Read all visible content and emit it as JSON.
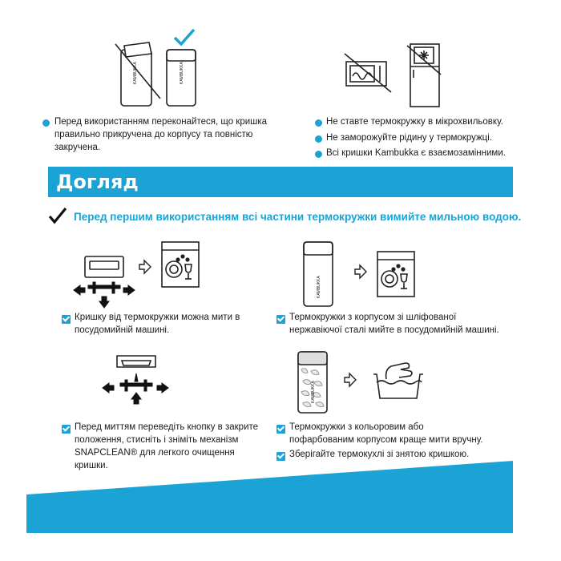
{
  "top_left": {
    "text": "Перед використанням переконайтеся, що кришка правильно прикручена до корпусу та повністю закручена."
  },
  "top_right": {
    "items": [
      "Не ставте термокружку в мікрохвильовку.",
      "Не заморожуйте рідину у термокружці.",
      "Всі кришки Kambukka є взаємозамінними."
    ]
  },
  "care": {
    "title": "Догляд",
    "intro": "Перед першим використанням всі частини термокружки вимийте мильною водою."
  },
  "panels": {
    "lid_dishwasher": "Кришку від термокружки можна мити в посудомийній машині.",
    "steel_dishwasher": "Термокружки з корпусом зі шліфованої нержавіючої сталі мийте в посудомийній машині.",
    "snapclean": "Перед миттям переведіть кнопку в закрите положення, стисніть і зніміть механізм SNAPCLEAN® для легкого очищення кришки.",
    "colored_handwash": "Термокружки з кольоровим або пофарбованим корпусом краще мити вручну.",
    "store_open": "Зберігайте термокухлі зі знятою кришкою."
  },
  "brand_label": "KAMBUKKA",
  "colors": {
    "accent": "#1aa3d4",
    "text": "#1a1a1a"
  }
}
